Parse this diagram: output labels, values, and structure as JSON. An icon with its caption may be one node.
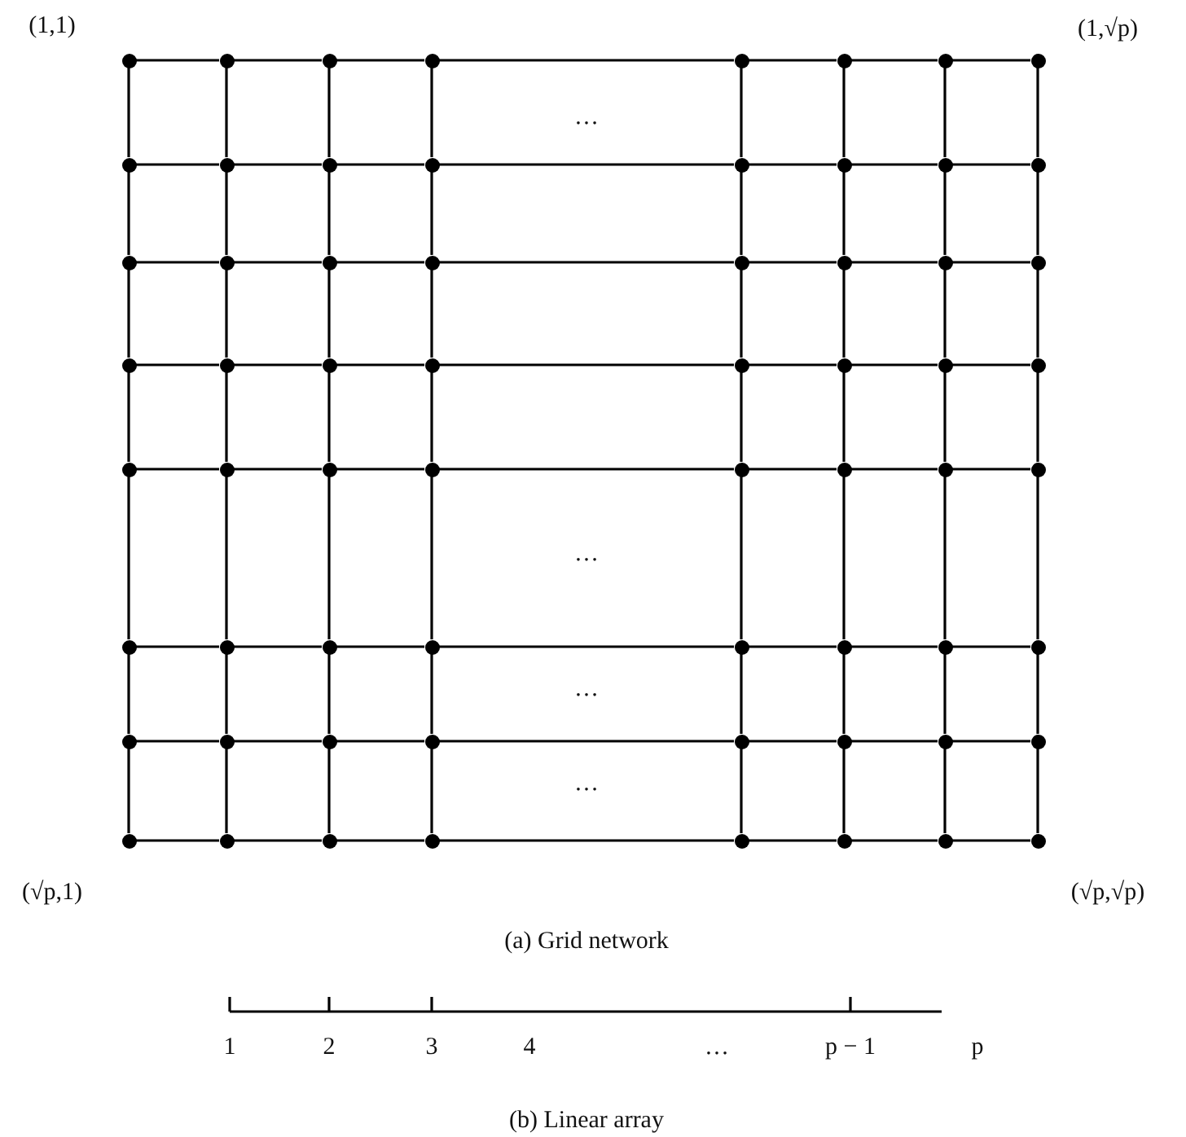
{
  "diagram": {
    "nodes": [
      {
        "text": [],
        "shape": "circle"
      },
      {
        "text": [],
        "shape": "circle"
      },
      {
        "text": [],
        "shape": "circle"
      },
      {
        "text": [],
        "shape": "circle"
      },
      {
        "text": [],
        "shape": "circle"
      },
      {
        "text": [],
        "shape": "circle"
      },
      {
        "text": [],
        "shape": "circle"
      },
      {
        "text": [],
        "shape": "circle"
      },
      {
        "text": [],
        "shape": "circle"
      },
      {
        "text": [],
        "shape": "circle"
      },
      {
        "text": [],
        "shape": "circle"
      },
      {
        "text": [],
        "shape": "circle"
      },
      {
        "text": [],
        "shape": "circle"
      },
      {
        "text": [],
        "shape": "circle"
      },
      {
        "text": [],
        "shape": "circle"
      },
      {
        "text": [],
        "shape": "circle"
      },
      {
        "text": [],
        "shape": "circle"
      },
      {
        "text": [],
        "shape": "circle"
      },
      {
        "text": [],
        "shape": "circle"
      },
      {
        "text": [],
        "shape": "circle"
      },
      {
        "text": [],
        "shape": "circle"
      },
      {
        "text": [],
        "shape": "circle"
      },
      {
        "text": [],
        "shape": "circle"
      },
      {
        "text": [],
        "shape": "circle"
      },
      {
        "text": [],
        "shape": "circle"
      },
      {
        "text": [],
        "shape": "circle"
      },
      {
        "text": [],
        "shape": "circle"
      },
      {
        "text": [],
        "shape": "circle"
      },
      {
        "text": [],
        "shape": "circle"
      },
      {
        "text": [],
        "shape": "circle"
      },
      {
        "text": [],
        "shape": "circle"
      },
      {
        "text": [],
        "shape": "circle"
      },
      {
        "text": [],
        "shape": "circle"
      },
      {
        "text": [],
        "shape": "circle"
      },
      {
        "text": [],
        "shape": "circle"
      },
      {
        "text": [],
        "shape": "circle"
      },
      {
        "text": [],
        "shape": "circle"
      },
      {
        "text": [],
        "shape": "circle"
      },
      {
        "text": [],
        "shape": "circle"
      },
      {
        "text": [],
        "shape": "circle"
      },
      {
        "text": [],
        "shape": "circle"
      },
      {
        "text": [],
        "shape": "circle"
      },
      {
        "text": [],
        "shape": "circle"
      },
      {
        "text": [],
        "shape": "circle"
      },
      {
        "text": [],
        "shape": "circle"
      },
      {
        "text": [],
        "shape": "circle"
      },
      {
        "text": [],
        "shape": "circle"
      },
      {
        "text": [],
        "shape": "circle"
      },
      {
        "text": [],
        "shape": "circle"
      },
      {
        "text": [],
        "shape": "circle"
      },
      {
        "text": [],
        "shape": "circle"
      },
      {
        "text": [],
        "shape": "circle"
      },
      {
        "text": [],
        "shape": "circle"
      },
      {
        "text": [],
        "shape": "circle"
      },
      {
        "text": [],
        "shape": "circle"
      },
      {
        "text": [],
        "shape": "circle"
      },
      {
        "text": [],
        "shape": "circle"
      },
      {
        "text": [],
        "shape": "circle"
      },
      {
        "text": [],
        "shape": "circle"
      },
      {
        "text": [],
        "shape": "circle"
      },
      {
        "text": [],
        "shape": "circle"
      },
      {
        "text": [],
        "shape": "circle"
      },
      {
        "text": [],
        "shape": "circle"
      },
      {
        "text": [],
        "shape": "circle"
      }
    ],
    "edges": [
      {
        "from": 0,
        "to": 1,
        "arrow": "none"
      },
      {
        "from": 1,
        "to": 2,
        "arrow": "none"
      },
      {
        "from": 2,
        "to": 3,
        "arrow": "none"
      },
      {
        "from": 3,
        "to": 4,
        "arrow": "none"
      },
      {
        "from": 4,
        "to": 5,
        "arrow": "none"
      },
      {
        "from": 5,
        "to": 6,
        "arrow": "none"
      },
      {
        "from": 6,
        "to": 7,
        "arrow": "none"
      },
      {
        "from": 8,
        "to": 9,
        "arrow": "none"
      },
      {
        "from": 9,
        "to": 10,
        "arrow": "none"
      },
      {
        "from": 10,
        "to": 11,
        "arrow": "none"
      },
      {
        "from": 11,
        "to": 12,
        "arrow": "none"
      },
      {
        "from": 12,
        "to": 13,
        "arrow": "none"
      },
      {
        "from": 13,
        "to": 14,
        "arrow": "none"
      },
      {
        "from": 14,
        "to": 15,
        "arrow": "none"
      },
      {
        "from": 16,
        "to": 17,
        "arrow": "none"
      },
      {
        "from": 17,
        "to": 18,
        "arrow": "none"
      },
      {
        "from": 18,
        "to": 19,
        "arrow": "none"
      },
      {
        "from": 19,
        "to": 20,
        "arrow": "none"
      },
      {
        "from": 20,
        "to": 21,
        "arrow": "none"
      },
      {
        "from": 21,
        "to": 22,
        "arrow": "none"
      },
      {
        "from": 22,
        "to": 23,
        "arrow": "none"
      },
      {
        "from": 24,
        "to": 25,
        "arrow": "none"
      },
      {
        "from": 25,
        "to": 26,
        "arrow": "none"
      },
      {
        "from": 26,
        "to": 27,
        "arrow": "none"
      },
      {
        "from": 27,
        "to": 28,
        "arrow": "none"
      },
      {
        "from": 28,
        "to": 29,
        "arrow": "none"
      },
      {
        "from": 29,
        "to": 30,
        "arrow": "none"
      },
      {
        "from": 30,
        "to": 31,
        "arrow": "none"
      },
      {
        "from": 32,
        "to": 33,
        "arrow": "none"
      },
      {
        "from": 33,
        "to": 34,
        "arrow": "none"
      },
      {
        "from": 34,
        "to": 35,
        "arrow": "none"
      },
      {
        "from": 35,
        "to": 36,
        "arrow": "none"
      },
      {
        "from": 36,
        "to": 37,
        "arrow": "none"
      },
      {
        "from": 37,
        "to": 38,
        "arrow": "none"
      },
      {
        "from": 38,
        "to": 39,
        "arrow": "none"
      },
      {
        "from": 40,
        "to": 41,
        "arrow": "none"
      },
      {
        "from": 41,
        "to": 42,
        "arrow": "none"
      },
      {
        "from": 42,
        "to": 43,
        "arrow": "none"
      },
      {
        "from": 43,
        "to": 44,
        "arrow": "none"
      },
      {
        "from": 44,
        "to": 45,
        "arrow": "none"
      },
      {
        "from": 45,
        "to": 46,
        "arrow": "none"
      },
      {
        "from": 46,
        "to": 47,
        "arrow": "none"
      },
      {
        "from": 48,
        "to": 49,
        "arrow": "none"
      },
      {
        "from": 49,
        "to": 50,
        "arrow": "none"
      },
      {
        "from": 50,
        "to": 51,
        "arrow": "none"
      },
      {
        "from": 51,
        "to": 52,
        "arrow": "none"
      },
      {
        "from": 52,
        "to": 53,
        "arrow": "none"
      },
      {
        "from": 53,
        "to": 54,
        "arrow": "none"
      },
      {
        "from": 54,
        "to": 55,
        "arrow": "none"
      },
      {
        "from": 56,
        "to": 57,
        "arrow": "none"
      },
      {
        "from": 57,
        "to": 58,
        "arrow": "none"
      },
      {
        "from": 58,
        "to": 59,
        "arrow": "none"
      },
      {
        "from": 59,
        "to": 60,
        "arrow": "none"
      },
      {
        "from": 60,
        "to": 61,
        "arrow": "none"
      },
      {
        "from": 61,
        "to": 62,
        "arrow": "none"
      },
      {
        "from": 62,
        "to": 63,
        "arrow": "none"
      },
      {
        "from": 0,
        "to": 8,
        "arrow": "none"
      },
      {
        "from": 1,
        "to": 9,
        "arrow": "none"
      },
      {
        "from": 2,
        "to": 10,
        "arrow": "none"
      },
      {
        "from": 3,
        "to": 11,
        "arrow": "none"
      },
      {
        "from": 4,
        "to": 12,
        "arrow": "none"
      },
      {
        "from": 5,
        "to": 13,
        "arrow": "none"
      },
      {
        "from": 6,
        "to": 14,
        "arrow": "none"
      },
      {
        "from": 7,
        "to": 15,
        "arrow": "none"
      },
      {
        "from": 8,
        "to": 16,
        "arrow": "none"
      },
      {
        "from": 9,
        "to": 17,
        "arrow": "none"
      },
      {
        "from": 10,
        "to": 18,
        "arrow": "none"
      },
      {
        "from": 11,
        "to": 19,
        "arrow": "none"
      },
      {
        "from": 12,
        "to": 20,
        "arrow": "none"
      },
      {
        "from": 13,
        "to": 21,
        "arrow": "none"
      },
      {
        "from": 14,
        "to": 22,
        "arrow": "none"
      },
      {
        "from": 15,
        "to": 23,
        "arrow": "none"
      },
      {
        "from": 16,
        "to": 24,
        "arrow": "none"
      },
      {
        "from": 17,
        "to": 25,
        "arrow": "none"
      },
      {
        "from": 18,
        "to": 26,
        "arrow": "none"
      },
      {
        "from": 19,
        "to": 27,
        "arrow": "none"
      },
      {
        "from": 20,
        "to": 28,
        "arrow": "none"
      },
      {
        "from": 21,
        "to": 29,
        "arrow": "none"
      },
      {
        "from": 22,
        "to": 30,
        "arrow": "none"
      },
      {
        "from": 23,
        "to": 31,
        "arrow": "none"
      },
      {
        "from": 24,
        "to": 32,
        "arrow": "none"
      },
      {
        "from": 25,
        "to": 33,
        "arrow": "none"
      },
      {
        "from": 26,
        "to": 34,
        "arrow": "none"
      },
      {
        "from": 27,
        "to": 35,
        "arrow": "none"
      },
      {
        "from": 28,
        "to": 36,
        "arrow": "none"
      },
      {
        "from": 29,
        "to": 37,
        "arrow": "none"
      },
      {
        "from": 30,
        "to": 38,
        "arrow": "none"
      },
      {
        "from": 31,
        "to": 39,
        "arrow": "none"
      },
      {
        "from": 32,
        "to": 40,
        "arrow": "none"
      },
      {
        "from": 33,
        "to": 41,
        "arrow": "none"
      },
      {
        "from": 34,
        "to": 42,
        "arrow": "none"
      },
      {
        "from": 35,
        "to": 43,
        "arrow": "none"
      },
      {
        "from": 36,
        "to": 44,
        "arrow": "none"
      },
      {
        "from": 37,
        "to": 45,
        "arrow": "none"
      },
      {
        "from": 38,
        "to": 46,
        "arrow": "none"
      },
      {
        "from": 39,
        "to": 47,
        "arrow": "none"
      },
      {
        "from": 40,
        "to": 48,
        "arrow": "none"
      },
      {
        "from": 41,
        "to": 49,
        "arrow": "none"
      },
      {
        "from": 42,
        "to": 50,
        "arrow": "none"
      },
      {
        "from": 43,
        "to": 51,
        "arrow": "none"
      },
      {
        "from": 44,
        "to": 52,
        "arrow": "none"
      },
      {
        "from": 45,
        "to": 53,
        "arrow": "none"
      },
      {
        "from": 46,
        "to": 54,
        "arrow": "none"
      },
      {
        "from": 47,
        "to": 55,
        "arrow": "none"
      },
      {
        "from": 48,
        "to": 56,
        "arrow": "none"
      },
      {
        "from": 49,
        "to": 57,
        "arrow": "none"
      },
      {
        "from": 50,
        "to": 58,
        "arrow": "none"
      },
      {
        "from": 51,
        "to": 59,
        "arrow": "none"
      },
      {
        "from": 52,
        "to": 60,
        "arrow": "none"
      },
      {
        "from": 53,
        "to": 61,
        "arrow": "none"
      },
      {
        "from": 54,
        "to": 62,
        "arrow": "none"
      },
      {
        "from": 55,
        "to": 63,
        "arrow": "none"
      }
    ],
    "labels": [
      "(1,1)",
      "(1,√p)",
      "…",
      "…",
      "…",
      "…",
      "(√p,1)",
      "(√p,√p)",
      "(a) Grid network",
      "1",
      "2",
      "3",
      "4",
      "…",
      "p − 1",
      "p",
      "(b) Linear array"
    ]
  }
}
